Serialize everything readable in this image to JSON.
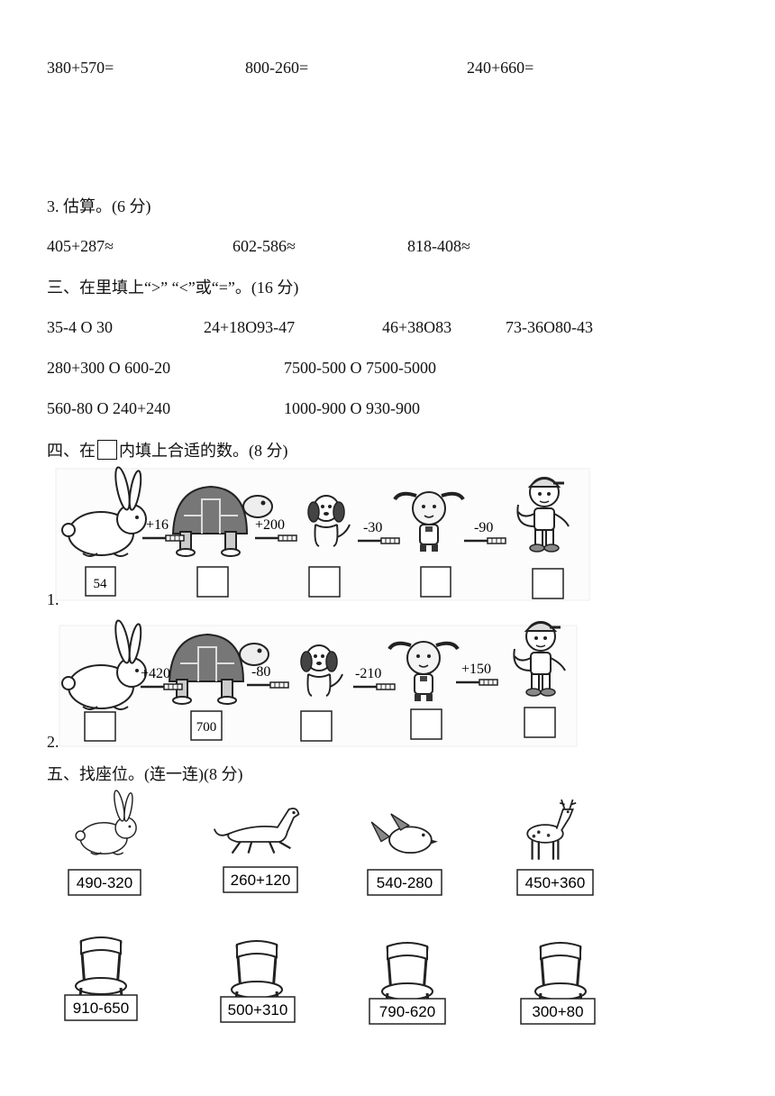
{
  "calc_row": [
    "380+570=",
    "800-260=",
    "240+660="
  ],
  "estimate": {
    "heading": "3. 估算。(6 分)",
    "items": [
      "405+287≈",
      "602-586≈",
      "818-408≈"
    ]
  },
  "section3": {
    "heading": "三、在里填上“>” “<”或“=”。(16 分)",
    "row1": [
      "35-4 O 30",
      "24+18O93-47",
      "46+38O83",
      "73-36O80-43"
    ],
    "row2": [
      "280+300 O 600-20",
      "7500-500 O 7500-5000"
    ],
    "row3": [
      "560-80 O 240+240",
      "1000-900 O 930-900"
    ]
  },
  "section4": {
    "heading_pre": "四、在",
    "heading_post": "内填上合适的数。(8 分)",
    "chain1": {
      "label": "1.",
      "ops": [
        "+16",
        "+200",
        "-30",
        "-90"
      ],
      "boxes": [
        "54",
        "",
        "",
        "",
        ""
      ]
    },
    "chain2": {
      "label": "2.",
      "ops": [
        "+420",
        "-80",
        "-210",
        "+150"
      ],
      "boxes": [
        "",
        "700",
        "",
        "",
        ""
      ]
    }
  },
  "section5": {
    "heading": "五、找座位。(连一连)(8 分)",
    "animals": [
      {
        "icon": "rabbit-icon",
        "expr": "490-320"
      },
      {
        "icon": "horse-icon",
        "expr": "260+120"
      },
      {
        "icon": "bird-icon",
        "expr": "540-280"
      },
      {
        "icon": "deer-icon",
        "expr": "450+360"
      }
    ],
    "chairs": [
      {
        "icon": "chair-icon",
        "expr": "910-650"
      },
      {
        "icon": "chair-icon",
        "expr": "500+310"
      },
      {
        "icon": "chair-icon",
        "expr": "790-620"
      },
      {
        "icon": "chair-icon",
        "expr": "300+80"
      }
    ]
  }
}
